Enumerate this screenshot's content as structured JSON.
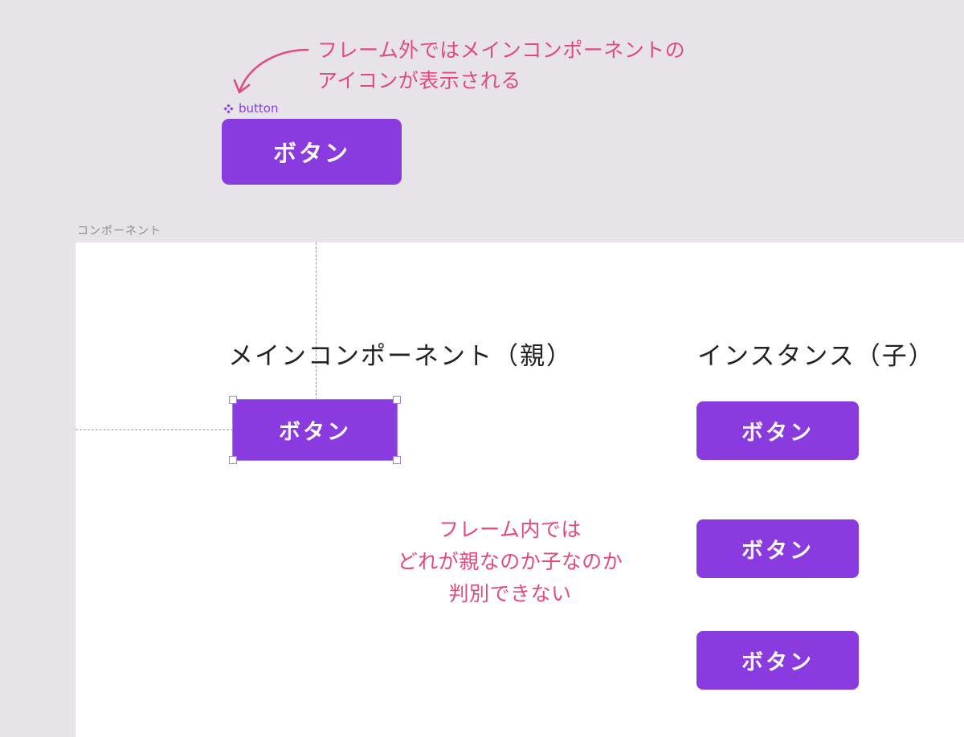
{
  "annotation_top": {
    "line1": "フレーム外ではメインコンポーネントの",
    "line2": "アイコンが表示される"
  },
  "component": {
    "icon": "component-icon",
    "name": "button",
    "button_label": "ボタン"
  },
  "frame": {
    "name": "コンポーネント"
  },
  "main_column": {
    "heading": "メインコンポーネント（親）",
    "button_label": "ボタン"
  },
  "instance_column": {
    "heading": "インスタンス（子）",
    "buttons": [
      {
        "label": "ボタン"
      },
      {
        "label": "ボタン"
      },
      {
        "label": "ボタン"
      }
    ]
  },
  "annotation_center": {
    "line1": "フレーム内では",
    "line2": "どれが親なのか子なのか",
    "line3": "判別できない"
  },
  "colors": {
    "canvas_bg": "#e6e4e9",
    "component_purple": "#8a3be0",
    "annotation_pink": "#e24a7e",
    "selection": "#a77bf0"
  }
}
